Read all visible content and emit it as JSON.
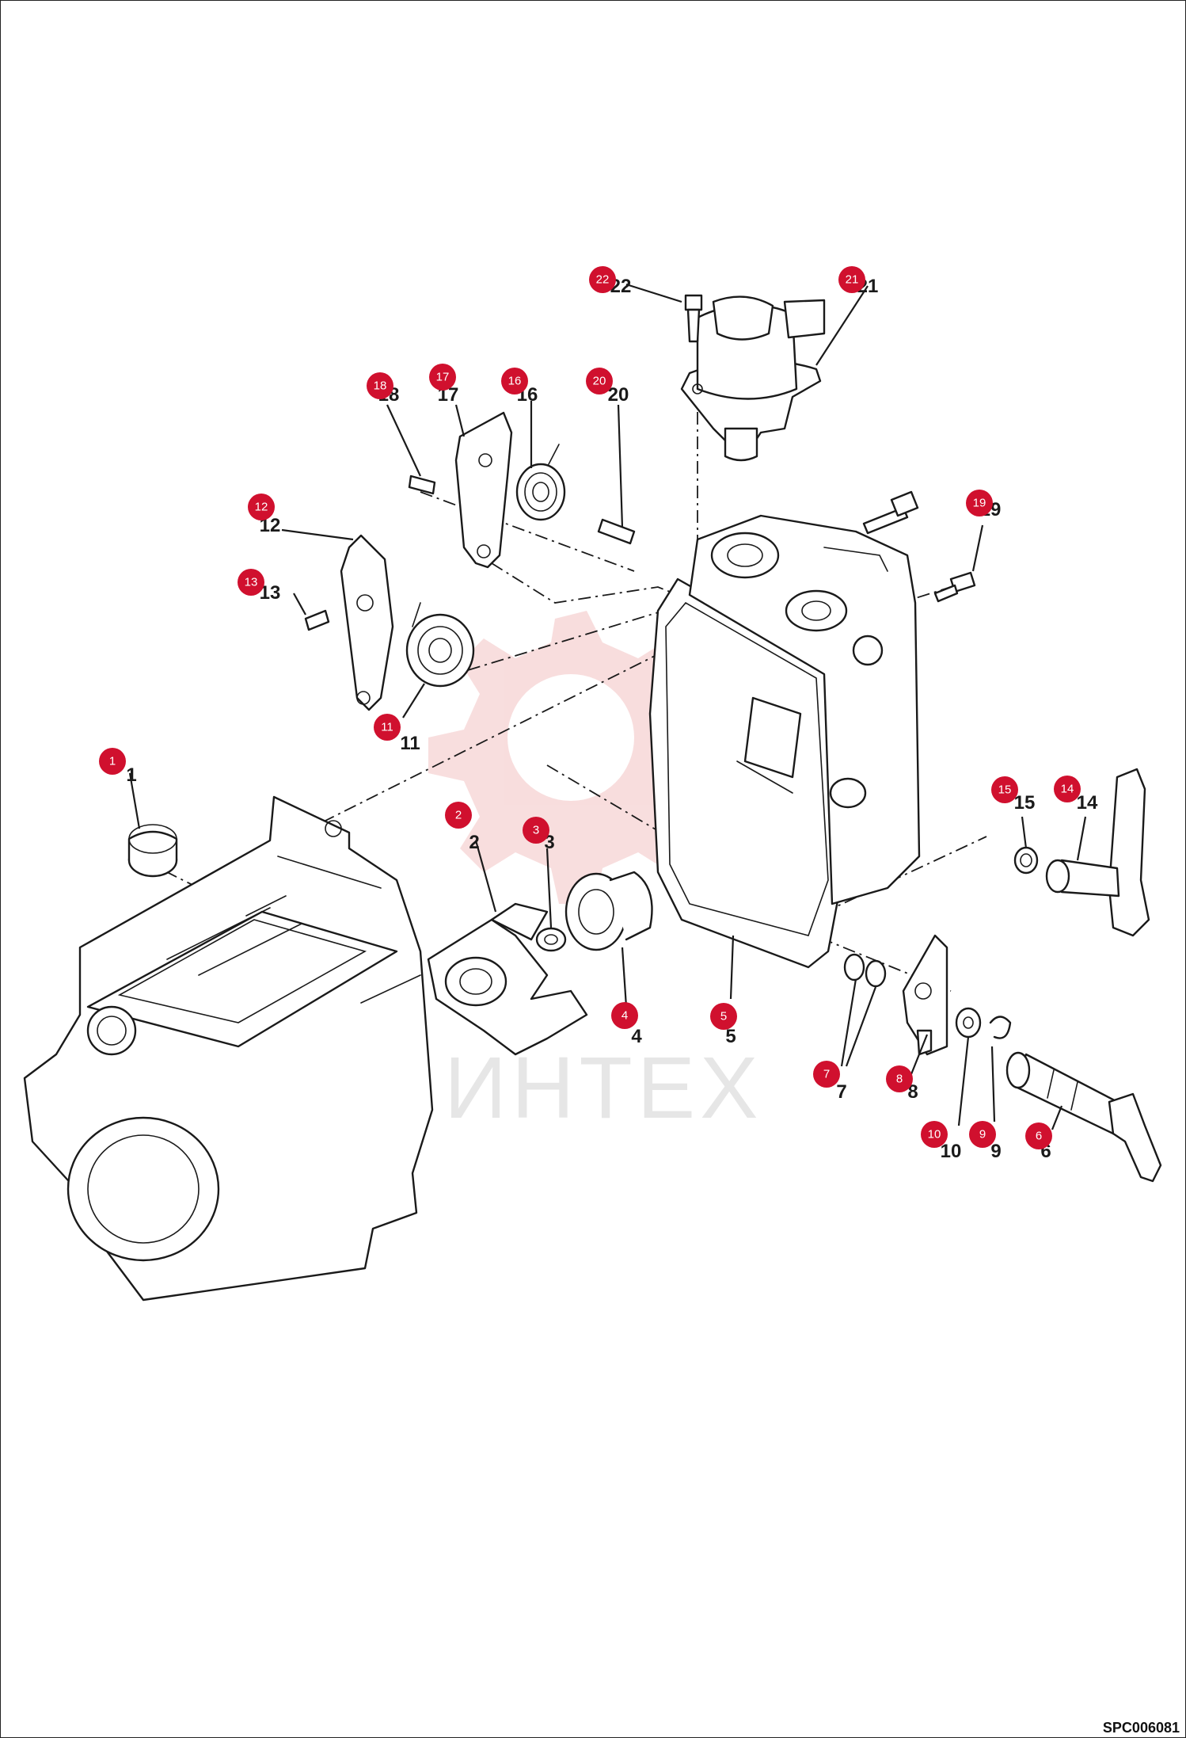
{
  "diagram": {
    "watermark_text": "ИНТЕХ",
    "reference_code": "SPC006081",
    "callouts": [
      {
        "id": "1",
        "label": "1"
      },
      {
        "id": "2",
        "label": "2"
      },
      {
        "id": "3",
        "label": "3"
      },
      {
        "id": "4",
        "label": "4"
      },
      {
        "id": "5",
        "label": "5"
      },
      {
        "id": "6",
        "label": "6"
      },
      {
        "id": "7",
        "label": "7"
      },
      {
        "id": "8",
        "label": "8"
      },
      {
        "id": "9",
        "label": "9"
      },
      {
        "id": "10",
        "label": "10"
      },
      {
        "id": "11",
        "label": "11"
      },
      {
        "id": "12",
        "label": "12"
      },
      {
        "id": "13",
        "label": "13"
      },
      {
        "id": "14",
        "label": "14"
      },
      {
        "id": "15",
        "label": "15"
      },
      {
        "id": "16",
        "label": "16"
      },
      {
        "id": "17",
        "label": "17"
      },
      {
        "id": "18",
        "label": "18"
      },
      {
        "id": "19",
        "label": "19"
      },
      {
        "id": "20",
        "label": "20"
      },
      {
        "id": "21",
        "label": "21"
      },
      {
        "id": "22",
        "label": "22"
      }
    ]
  },
  "colors": {
    "callout_red": "#d0102e",
    "line": "#1a1a1a",
    "watermark": "#f5c9c9"
  }
}
